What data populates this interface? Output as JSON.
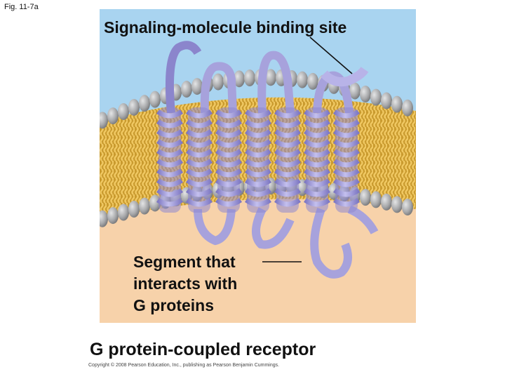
{
  "figure_id": "Fig. 11-7a",
  "labels": {
    "binding_site": "Signaling-molecule binding site",
    "g_protein_segment": [
      "Segment that",
      "interacts with",
      "G proteins"
    ]
  },
  "caption": "G protein-coupled receptor",
  "copyright": "Copyright © 2008 Pearson Education, Inc., publishing as Pearson Benjamin Cummings.",
  "colors": {
    "extracellular": "#a9d4f0",
    "cytoplasm": "#f7d2aa",
    "phospholipid_head": "#a6a7a9",
    "lipid_tail": "#d5a93c",
    "receptor_helix": "#a7a2dc",
    "receptor_helix_shadow": "#7d77c2"
  },
  "transmembrane_helix_count": 7
}
